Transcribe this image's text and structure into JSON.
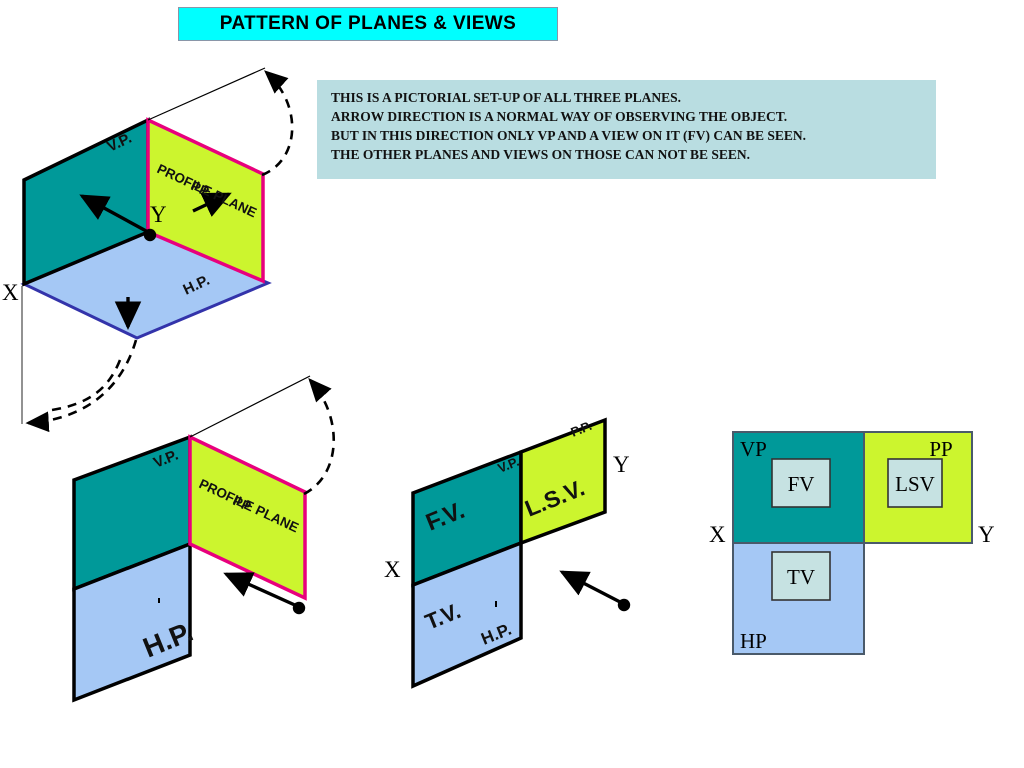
{
  "title": {
    "text": "PATTERN OF PLANES & VIEWS",
    "bg_color": "#00FFFF",
    "border_color": "#8A96A8"
  },
  "note_box": {
    "bg_color": "#B9DDE1",
    "lines": [
      "THIS IS A PICTORIAL SET-UP OF ALL THREE PLANES.",
      "ARROW DIRECTION IS A NORMAL WAY OF OBSERVING THE OBJECT.",
      "BUT IN THIS DIRECTION ONLY VP AND A VIEW ON IT (FV) CAN BE SEEN.",
      "THE OTHER PLANES AND VIEWS ON THOSE CAN NOT BE SEEN."
    ]
  },
  "colors": {
    "vp_teal": "#009999",
    "pp_green": "#CCF52E",
    "hp_blue": "#A5C8F5",
    "pp_border_magenta": "#E8007D",
    "hp_border_blue": "#3333AA",
    "view_box_fill": "#C6E2E2",
    "outline": "#000000",
    "ortho_border": "#4A5A6A"
  },
  "figure1": {
    "name": "pictorial-setup-three-planes",
    "labels": {
      "vp": "V.P.",
      "hp": "H.P.",
      "pp_line1": "PROFILE PLANE",
      "pp_line2": "PP",
      "x": "X",
      "y": "Y"
    }
  },
  "figure2": {
    "name": "hp-rotated-pp-still-folded",
    "labels": {
      "vp": "V.P.",
      "hp": "H.P.",
      "pp_line1": "PROFILE PLANE",
      "pp_line2": "PP"
    }
  },
  "figure3": {
    "name": "all-planes-unfolded-views",
    "labels": {
      "vp": "V.P.",
      "hp": "H.P.",
      "pp": "P.P.",
      "fv": "F.V.",
      "tv": "T.V.",
      "lsv": "L.S.V.",
      "x": "X",
      "y": "Y"
    }
  },
  "figure4": {
    "name": "orthographic-pattern-layout",
    "labels": {
      "vp": "VP",
      "pp": "PP",
      "hp": "HP",
      "fv": "FV",
      "lsv": "LSV",
      "tv": "TV",
      "x": "X",
      "y": "Y"
    }
  }
}
